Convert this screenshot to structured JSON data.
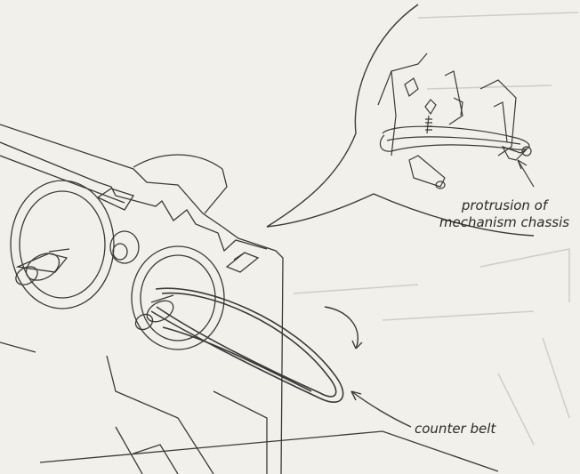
{
  "labels": {
    "protrusion_line1": "protrusion of",
    "protrusion_line2": "mechanism chassis",
    "counter_belt": "counter belt"
  },
  "colors": {
    "paper": "#f2f0ea",
    "line": "#3a3a3a",
    "faint": "#cfcdc6"
  }
}
